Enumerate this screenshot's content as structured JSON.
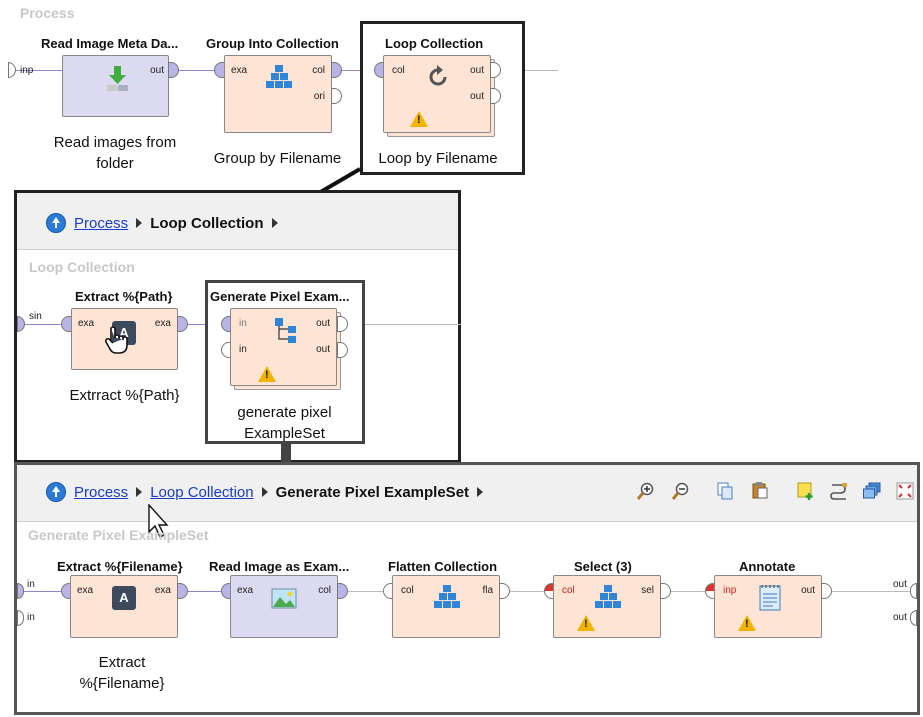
{
  "top": {
    "section_label": "Process",
    "inp_label": "inp",
    "read_images": {
      "title": "Read Image Meta Da...",
      "port_out": "out",
      "caption_line1": "Read images from",
      "caption_line2": "folder"
    },
    "group": {
      "title": "Group Into Collection",
      "port_in": "exa",
      "port_out1": "col",
      "port_out2": "ori",
      "caption": "Group by Filename"
    },
    "loop": {
      "title": "Loop Collection",
      "port_in": "col",
      "port_out1": "out",
      "port_out2": "out",
      "caption": "Loop by Filename"
    }
  },
  "middle": {
    "breadcrumb": {
      "link": "Process",
      "current": "Loop Collection"
    },
    "section_label": "Loop Collection",
    "sin_label": "sin",
    "extract_path": {
      "title": "Extract %{Path}",
      "port_in": "exa",
      "port_out": "exa",
      "caption": "Extrract %{Path}"
    },
    "generate": {
      "title": "Generate Pixel Exam...",
      "port_in1": "in",
      "port_in2": "in",
      "port_out1": "out",
      "port_out2": "out",
      "caption_line1": "generate pixel",
      "caption_line2": "ExampleSet"
    }
  },
  "bottom": {
    "breadcrumb": {
      "link1": "Process",
      "link2": "Loop Collection",
      "current": "Generate Pixel ExampleSet"
    },
    "section_label": "Generate Pixel ExampleSet",
    "left_in1": "in",
    "left_in2": "in",
    "right_out1": "out",
    "right_out2": "out",
    "extract_filename": {
      "title": "Extract %{Filename}",
      "port_in": "exa",
      "port_out": "exa",
      "caption_line1": "Extract",
      "caption_line2": "%{Filename}"
    },
    "read_image": {
      "title": "Read Image as Exam...",
      "port_in": "exa",
      "port_out": "col"
    },
    "flatten": {
      "title": "Flatten Collection",
      "port_in": "col",
      "port_out": "fla"
    },
    "select": {
      "title": "Select (3)",
      "port_in": "col",
      "port_out": "sel"
    },
    "annotate": {
      "title": "Annotate",
      "port_in": "inp",
      "port_out": "out"
    }
  },
  "icons": [
    "download-icon",
    "cubes-icon",
    "refresh-icon",
    "warning-icon",
    "text-a-icon",
    "hand-cursor-icon",
    "tree-icon",
    "image-icon",
    "notepad-icon",
    "zoom-in-icon",
    "zoom-out-icon",
    "copy-icon",
    "paste-icon",
    "add-note-icon",
    "wire-icon",
    "layers-icon",
    "fit-icon",
    "arrow-cursor-icon",
    "up-arrow-icon"
  ],
  "colors": {
    "operator_fill": "#fde4d5",
    "reader_fill": "#dcdaf0",
    "port_fill": "#b8b4e6",
    "link": "#1a3cc8",
    "warning": "#f2b400"
  }
}
